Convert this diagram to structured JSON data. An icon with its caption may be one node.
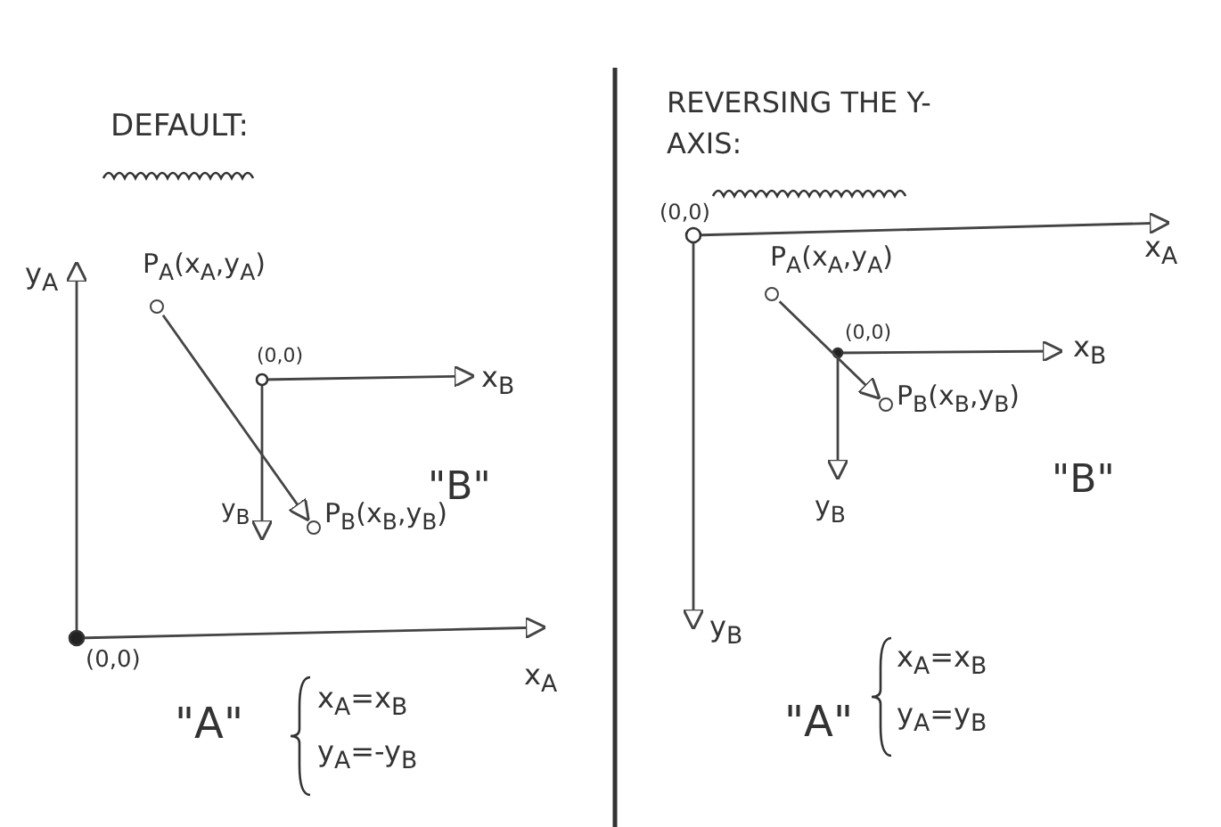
{
  "diagram": {
    "nodes": [
      {
        "text": [],
        "shape": "circle",
        "beside": [
          "P$_{A}$(x$_{A}$,y$_{A}$)"
        ]
      },
      {
        "text": [],
        "shape": "circle",
        "beside": [
          "P$_{B}$(x$_{B}$,y$_{B}$)"
        ]
      },
      {
        "text": [],
        "shape": "circle",
        "beside": [
          "P$_{A}$(x$_{A}$,y$_{A}$)"
        ]
      },
      {
        "text": [],
        "shape": "circle",
        "beside": [
          "P$_{B}$(x$_{B}$,y$_{B}$)"
        ]
      }
    ],
    "edges": [
      {
        "from": 0,
        "to": 1,
        "arrow": "to"
      },
      {
        "from": 2,
        "to": 3,
        "arrow": "to"
      }
    ],
    "labels": [
      "DEFAULT:",
      "y$_{A}$",
      "(0,0)",
      "x$_{B}$",
      "y$_{B}$",
      "\"B\"",
      "(0,0)",
      "x$_{A}$",
      "\"A\"",
      "x$_{A}$=x$_{B}$",
      "y$_{A}$=-y$_{B}$",
      "REVERSING THE Y-AXIS:",
      "(0,0)",
      "x$_{A}$",
      "(0,0)",
      "x$_{B}$",
      "y$_{B}$",
      "\"B\"",
      "y$_{B}$",
      "\"A\"",
      "x$_{A}$=x$_{B}$",
      "y$_{A}$=y$_{B}$"
    ]
  }
}
